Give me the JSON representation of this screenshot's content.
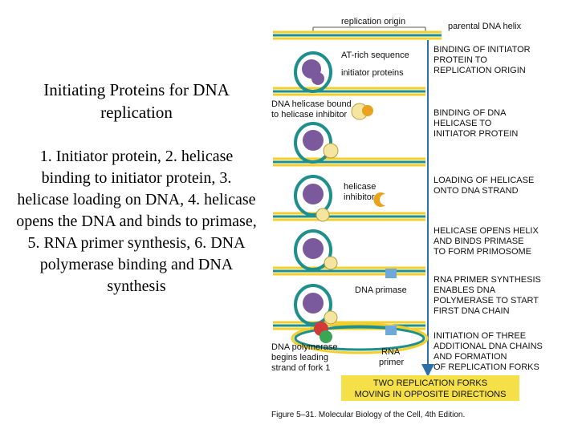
{
  "slide": {
    "title": "Initiating Proteins for DNA replication",
    "body": "1. Initiator protein, 2. helicase binding to initiator protein, 3. helicase loading on DNA, 4. helicase opens the DNA and binds to primase, 5. RNA primer synthesis, 6. DNA polymerase binding and DNA synthesis"
  },
  "figure": {
    "top_labels": {
      "replication_origin": "replication origin",
      "parental_dna_helix": "parental DNA helix"
    },
    "labels": {
      "at_rich_sequence": "AT-rich sequence",
      "initiator_proteins": "initiator proteins",
      "helicase_bound_1": "DNA helicase bound",
      "helicase_bound_2": "to helicase inhibitor",
      "helicase_inhibitor_1": "helicase",
      "helicase_inhibitor_2": "inhibitor",
      "dna_primase": "DNA primase",
      "dna_polymerase_1": "DNA polymerase",
      "dna_polymerase_2": "begins leading",
      "dna_polymerase_3": "strand of fork 1",
      "rna_primer_1": "RNA",
      "rna_primer_2": "primer"
    },
    "steps": [
      {
        "line1": "BINDING OF INITIATOR",
        "line2": "PROTEIN TO",
        "line3": "REPLICATION ORIGIN"
      },
      {
        "line1": "BINDING OF DNA",
        "line2": "HELICASE TO",
        "line3": "INITIATOR PROTEIN"
      },
      {
        "line1": "LOADING OF HELICASE",
        "line2": "ONTO DNA STRAND",
        "line3": ""
      },
      {
        "line1": "HELICASE OPENS HELIX",
        "line2": "AND BINDS PRIMASE",
        "line3": "TO FORM PRIMOSOME"
      },
      {
        "line1": "RNA PRIMER SYNTHESIS",
        "line2": "ENABLES DNA",
        "line3": "POLYMERASE TO START",
        "line4": "FIRST DNA CHAIN"
      },
      {
        "line1": "INITIATION OF THREE",
        "line2": "ADDITIONAL DNA CHAINS",
        "line3": "AND FORMATION",
        "line4": "OF REPLICATION FORKS"
      }
    ],
    "bottom_box": {
      "line1": "TWO REPLICATION FORKS",
      "line2": "MOVING IN OPPOSITE DIRECTIONS"
    },
    "caption": "Figure 5–31. Molecular Biology of the Cell, 4th Edition.",
    "colors": {
      "strand_yellow": "#f2cf2c",
      "strand_teal": "#1e8f8a",
      "protein_purple": "#7a5a9c",
      "helicase_yellow": "#f4e6a0",
      "inhibitor_orange": "#e8a21c",
      "polymerase_red": "#d23a3a",
      "polymerase_green": "#3aa655",
      "primase_blue": "#6fa9d8",
      "arrow_blue": "#2b6fa8",
      "box_yellow": "#f6e04a"
    }
  }
}
